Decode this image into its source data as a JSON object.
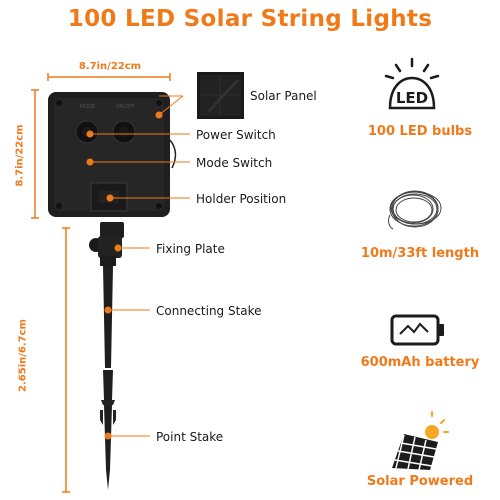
{
  "title": "100 LED Solar String Lights",
  "dimensions": {
    "width": "8.7in/22cm",
    "height": "8.7in/22cm",
    "stake_length": "2.65in/6.7cm"
  },
  "parts": {
    "solar_panel": "Solar Panel",
    "power_switch": "Power Switch",
    "mode_switch": "Mode Switch",
    "holder_position": "Holder Position",
    "fixing_plate": "Fixing Plate",
    "connecting_stake": "Connecting Stake",
    "point_stake": "Point Stake"
  },
  "features": {
    "bulbs": "100 LED bulbs",
    "led_badge": "LED",
    "length": "10m/33ft length",
    "battery": "600mAh battery",
    "solar": "Solar Powered"
  },
  "colors": {
    "accent": "#f07a1a",
    "dark": "#1c1c1c"
  },
  "icons": [
    "led-bulb-icon",
    "wire-coil-icon",
    "battery-icon",
    "solar-panel-icon"
  ]
}
